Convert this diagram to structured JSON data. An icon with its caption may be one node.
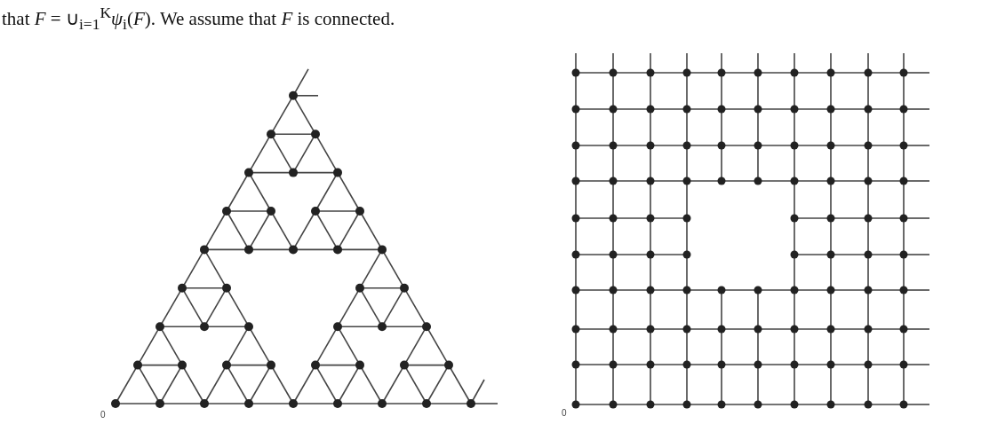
{
  "diagram": {
    "labels": [
      "that *F* = ∪$_{i=1}$$^{K}$*ψ*$_{i}$(*F*). We assume that *F* is connected.",
      "0",
      "0"
    ]
  }
}
